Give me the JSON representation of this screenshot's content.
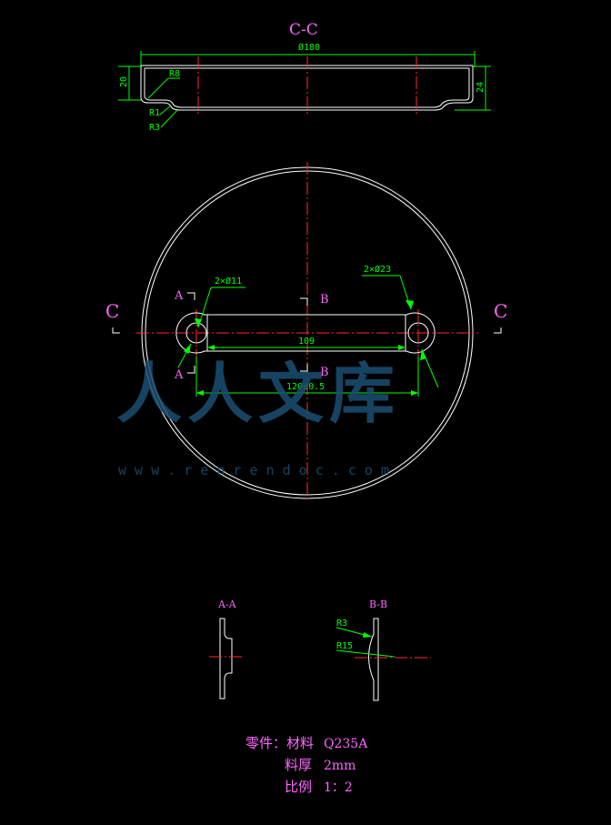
{
  "views": {
    "section_cc": {
      "title": "C-C",
      "dim_diameter": "Ø180",
      "dim_height_left": "20",
      "dim_height_right": "24",
      "radius_1": "R8",
      "radius_2": "R1",
      "radius_3": "R3"
    },
    "plan": {
      "cut_c_left": "C",
      "cut_c_right": "C",
      "cut_a_top": "A",
      "cut_a_bottom": "A",
      "cut_b_top": "B",
      "cut_b_bottom": "B",
      "hole_small": "2×Ø11",
      "hole_large": "2×Ø23",
      "dim_slot": "109",
      "dim_centers": "120±0.5"
    },
    "section_aa": {
      "title": "A-A"
    },
    "section_bb": {
      "title": "B-B",
      "radius_1": "R3",
      "radius_2": "R15"
    }
  },
  "notes": {
    "part_label": "零件：材料",
    "material": "Q235A",
    "thickness_label": "料厚",
    "thickness": "2mm",
    "scale_label": "比例",
    "scale": "1：2"
  },
  "watermark": {
    "logo_text": "人人文库",
    "url": "w w w . r e n r e n d o c . c o m"
  }
}
